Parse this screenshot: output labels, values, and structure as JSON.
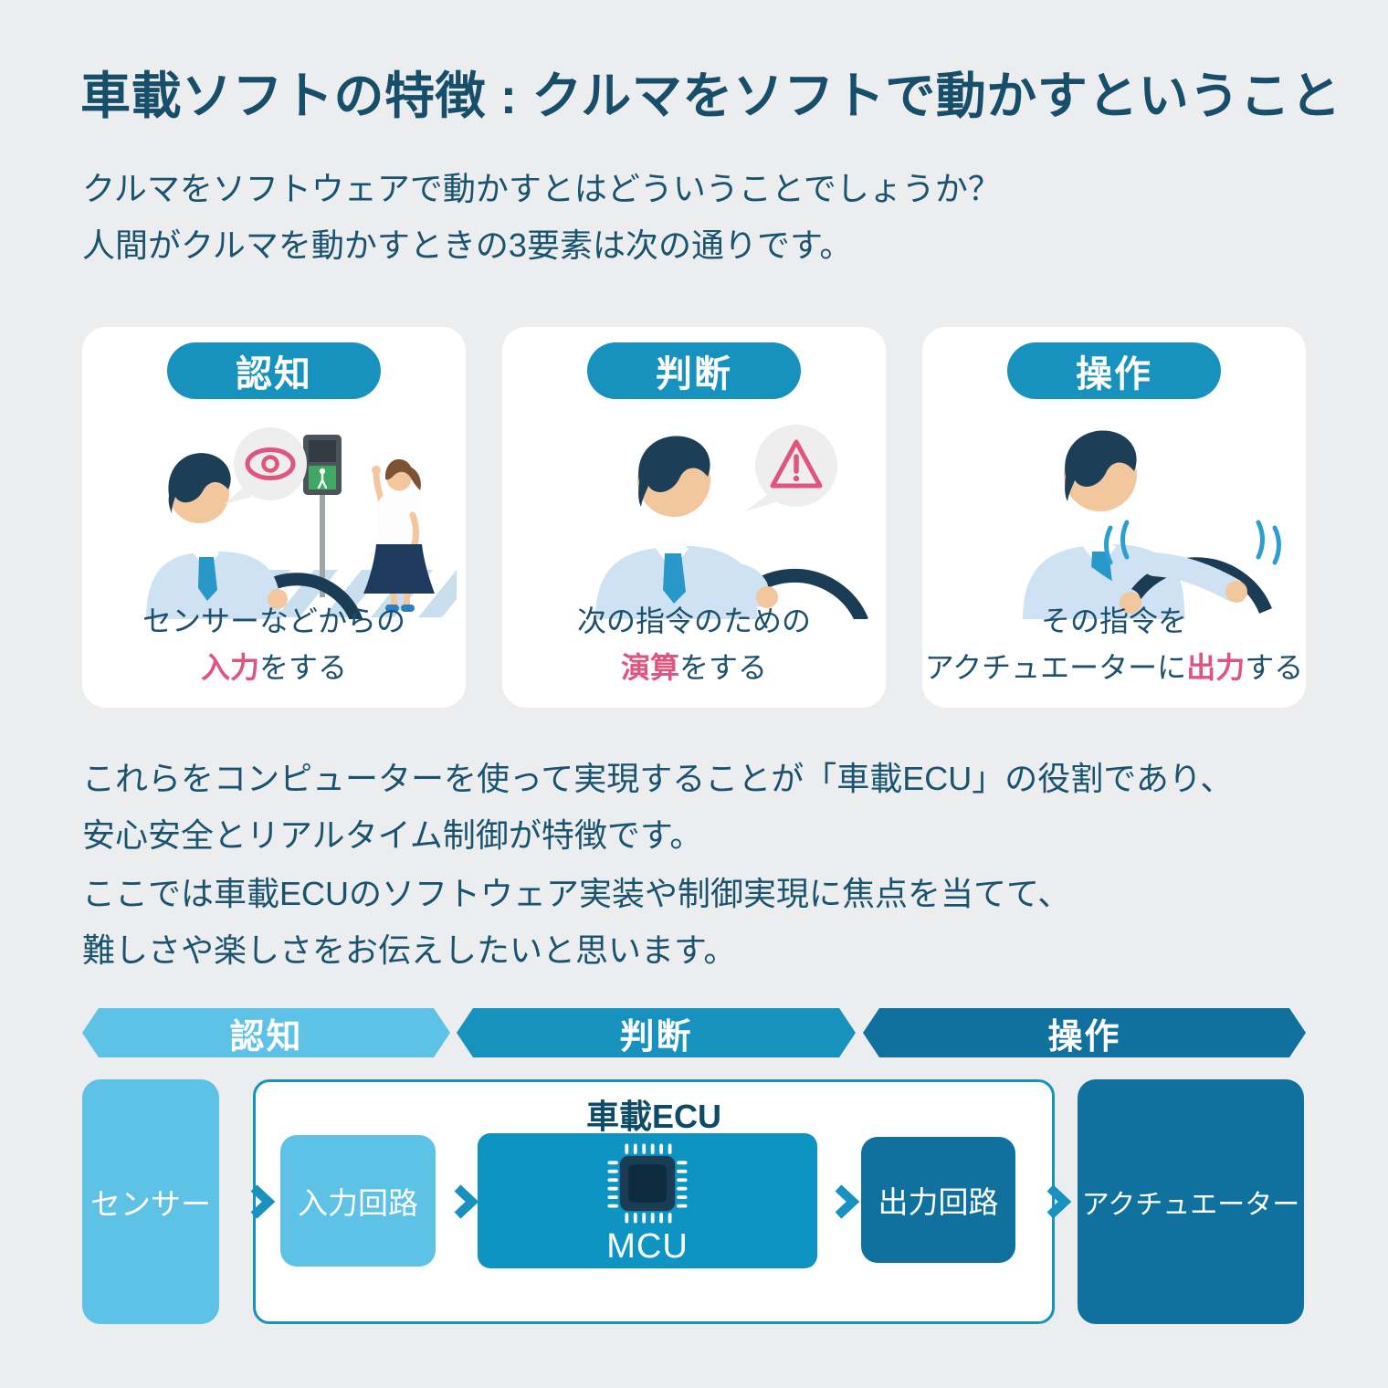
{
  "page": {
    "title": "車載ソフトの特徴 : クルマをソフトで動かすということ",
    "intro_lines": [
      "クルマをソフトウェアで動かすとはどういうことでしょうか？",
      "人間がクルマを動かすときの3要素は次の通りです。"
    ],
    "mid_lines": [
      "これらをコンピューターを使って実現することが「車載ECU」の役割であり、",
      "安心安全とリアルタイム制御が特徴です。"
    ],
    "close_lines": [
      "ここでは車載ECUのソフトウェア実装や制御実現に焦点を当てて、",
      "難しさや楽しさをお伝えしたいと思います。"
    ]
  },
  "cards": [
    {
      "badge": "認知",
      "caption_line1": "センサーなどからの",
      "caption_line2_before": "",
      "caption_keyword": "入力",
      "caption_line2_after": "をする",
      "bubble_icon": "eye-icon"
    },
    {
      "badge": "判断",
      "caption_line1": "次の指令のための",
      "caption_line2_before": "",
      "caption_keyword": "演算",
      "caption_line2_after": "をする",
      "bubble_icon": "warning-triangle-icon"
    },
    {
      "badge": "操作",
      "caption_line1": "その指令を",
      "caption_line2_before": "アクチュエーターに",
      "caption_keyword": "出力",
      "caption_line2_after": "する",
      "bubble_icon": ""
    }
  ],
  "flow": {
    "stages": [
      {
        "label": "認知",
        "color": "#5EC1E6"
      },
      {
        "label": "判断",
        "color": "#1792BF"
      },
      {
        "label": "操作",
        "color": "#11719E"
      }
    ],
    "ecu_label": "車載ECU",
    "nodes": {
      "sensor": "センサー",
      "input_circuit": "入力回路",
      "mcu": "MCU",
      "output_circuit": "出力回路",
      "actuator": "アクチュエーター"
    },
    "connector_icon": "arrow-right-icon",
    "mcu_icon": "chip-icon"
  },
  "colors": {
    "background": "#ECEDEE",
    "heading_text": "#174E6A",
    "body_text": "#1A536F",
    "accent_pink": "#E0557F",
    "badge_blue": "#1792BF",
    "stage_light_blue": "#5EC1E6",
    "stage_mid_blue": "#1792BF",
    "stage_dark_blue": "#11719E",
    "mcu_box_blue": "#0D94C2",
    "card_background": "#FFFFFF"
  }
}
